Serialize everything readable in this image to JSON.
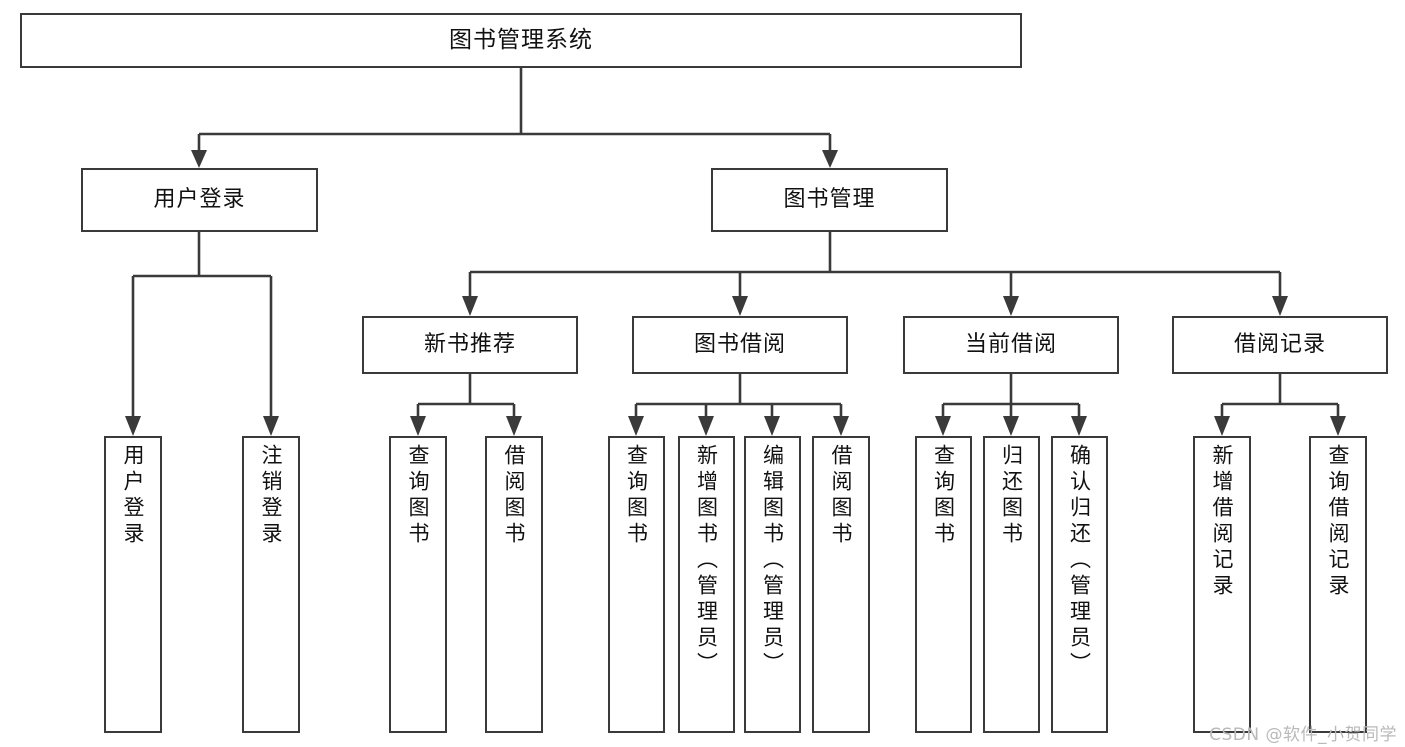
{
  "diagram": {
    "title": "图书管理系统",
    "type": "tree",
    "watermark": "CSDN @软件_小贺同学"
  },
  "nodes": {
    "root": {
      "label": "图书管理系统"
    },
    "level2": [
      {
        "label": "用户登录"
      },
      {
        "label": "图书管理"
      }
    ],
    "level3": [
      {
        "label": "新书推荐"
      },
      {
        "label": "图书借阅"
      },
      {
        "label": "当前借阅"
      },
      {
        "label": "借阅记录"
      }
    ],
    "leaves": {
      "user_login": [
        {
          "label": "用户登录"
        },
        {
          "label": "注销登录"
        }
      ],
      "new_book_rec": [
        {
          "label": "查询图书"
        },
        {
          "label": "借阅图书"
        }
      ],
      "book_borrow": [
        {
          "label": "查询图书"
        },
        {
          "label": "新增图书（管理员）"
        },
        {
          "label": "编辑图书（管理员）"
        },
        {
          "label": "借阅图书"
        }
      ],
      "current_borrow": [
        {
          "label": "查询图书"
        },
        {
          "label": "归还图书"
        },
        {
          "label": "确认归还（管理员）"
        }
      ],
      "borrow_record": [
        {
          "label": "新增借阅记录"
        },
        {
          "label": "查询借阅记录"
        }
      ]
    }
  },
  "colors": {
    "stroke": "#3a3a3a",
    "fill": "#ffffff",
    "text": "#111111",
    "watermark": "#b9b9b9"
  }
}
